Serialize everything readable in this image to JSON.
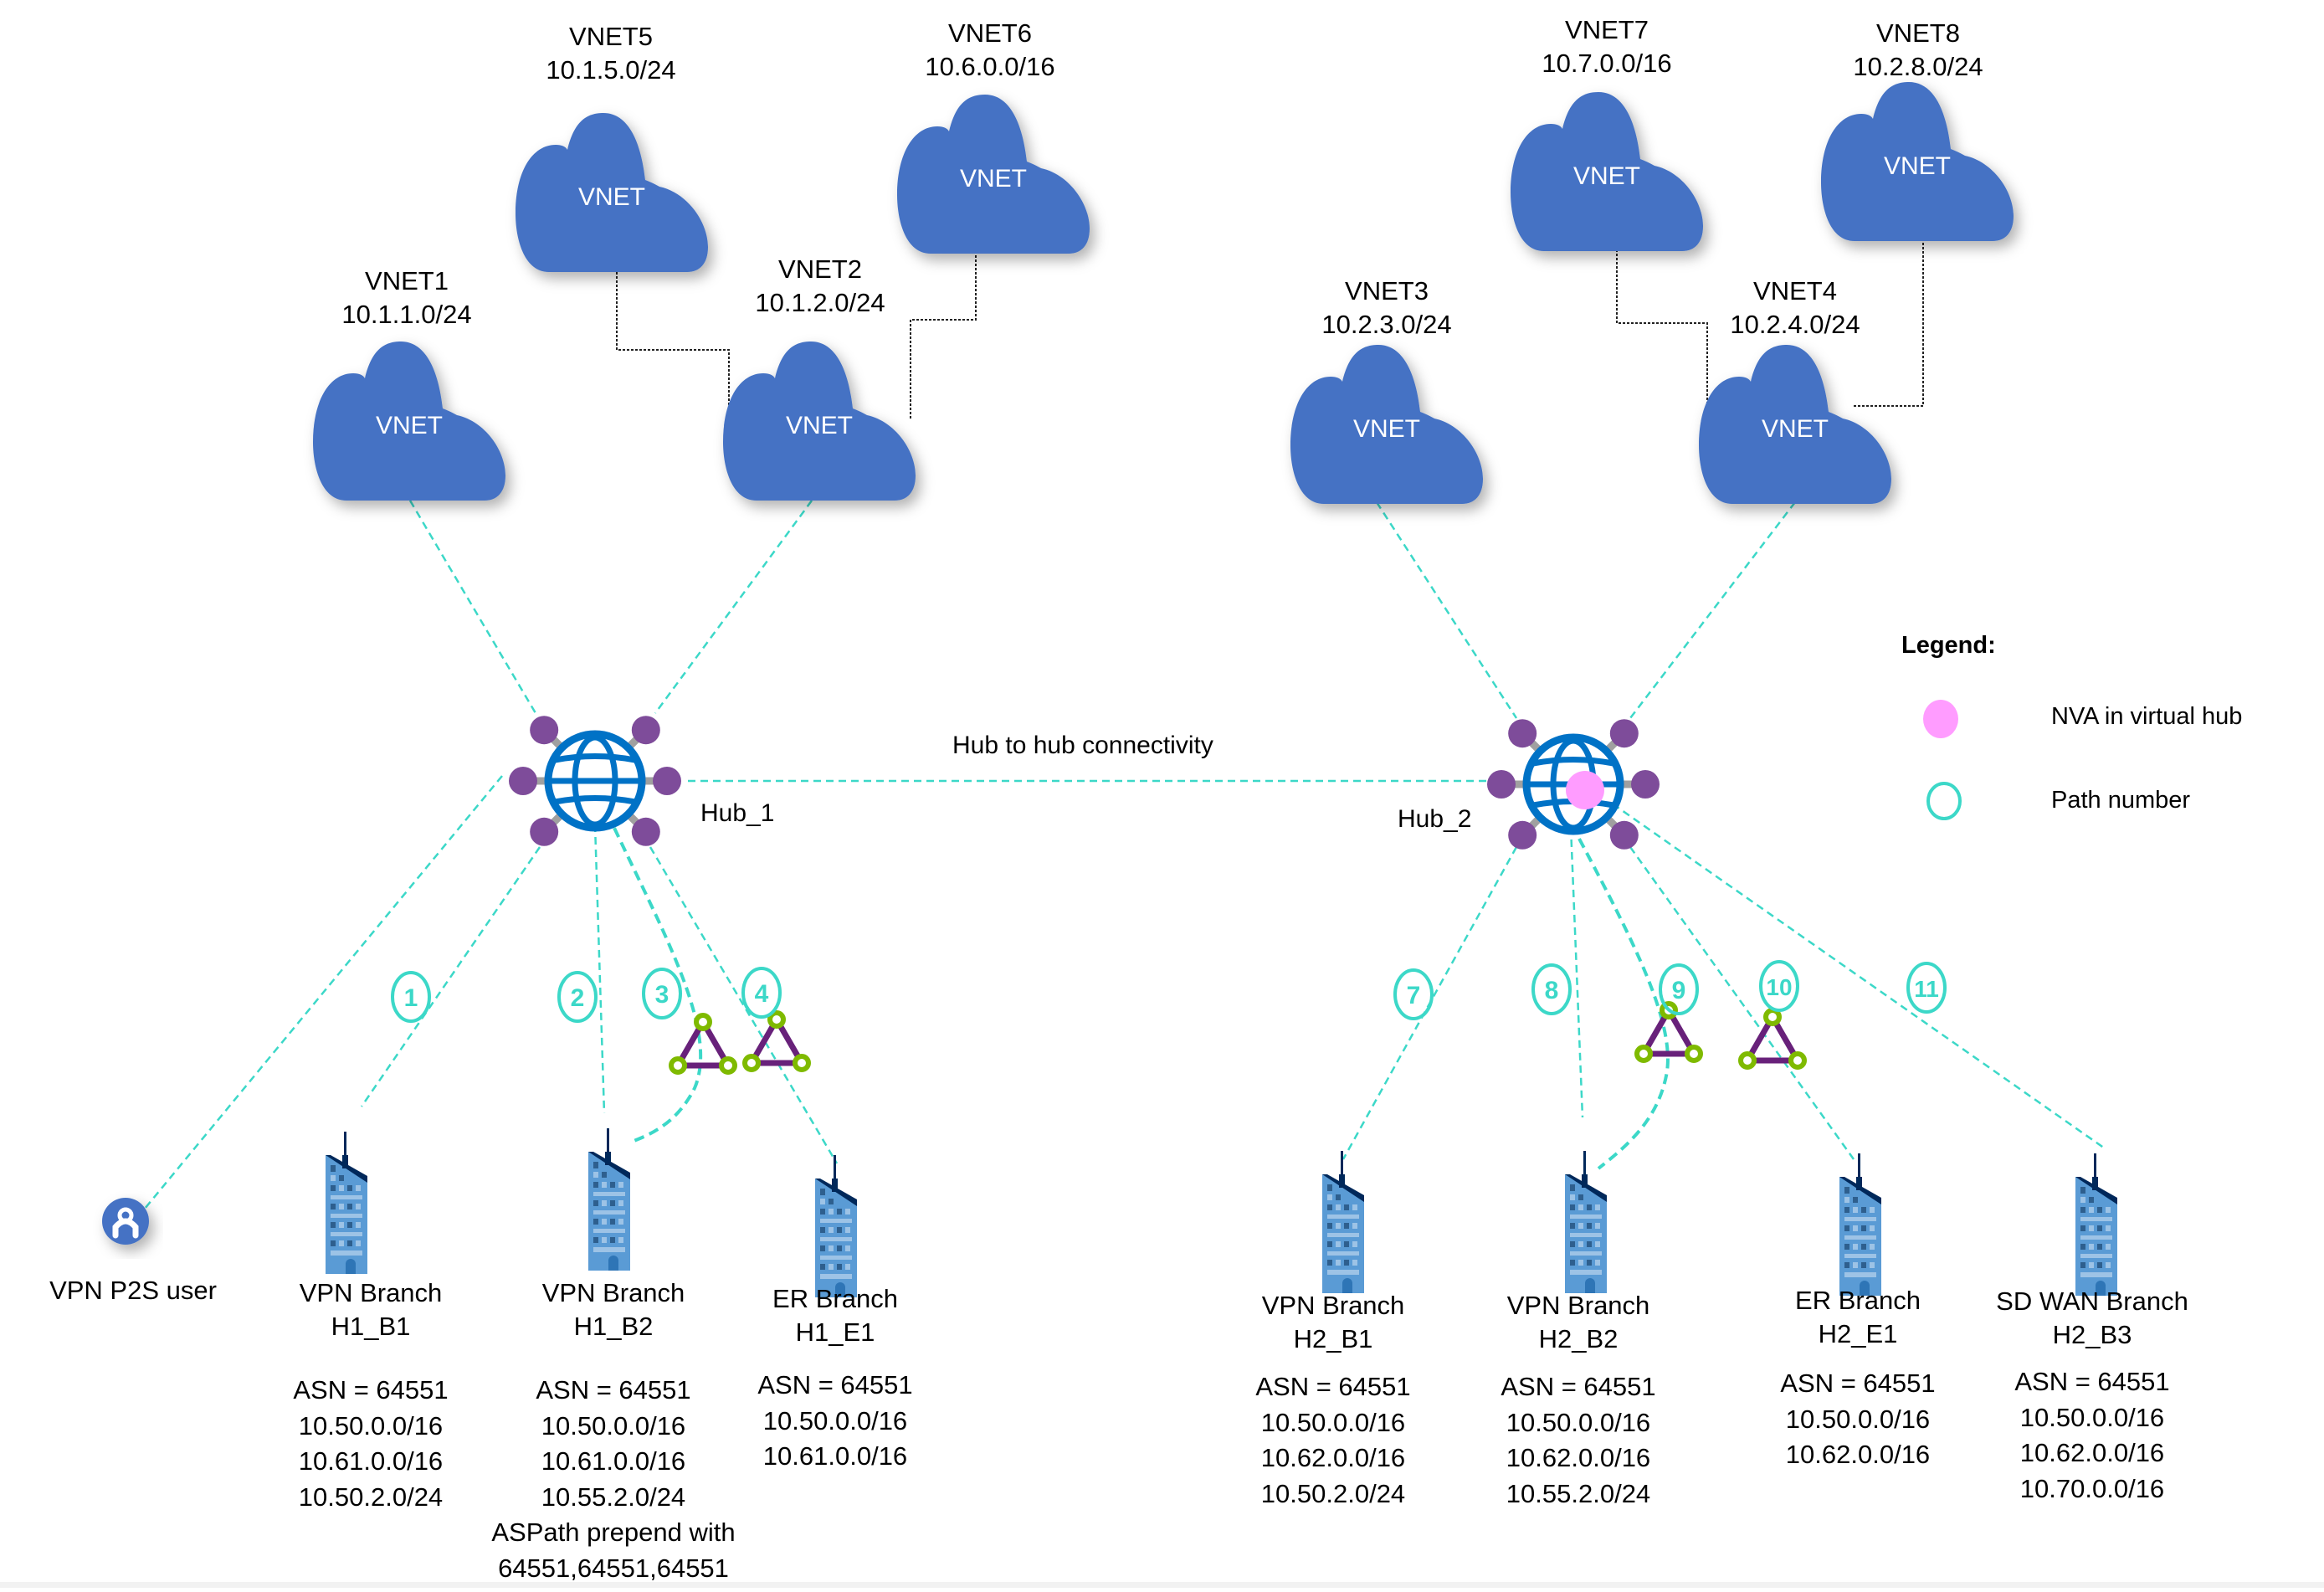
{
  "title": "Virtual WAN routing scenario: two hubs with VNets and branches",
  "colors": {
    "vnet_cloud": "#4472c4",
    "path_line": "#3cd8c8",
    "hub_globe": "#0072c6",
    "hub_node": "#7e4c9a",
    "hub_spoke": "#a0a0a0",
    "nva": "#ff9cff",
    "peer_line": "#222222",
    "building_main": "#5a9bd5",
    "building_dark": "#00285a",
    "er_circuit_line": "#68217a",
    "er_circuit_node": "#7fba00"
  },
  "cloud_text": "VNET",
  "vnets": [
    {
      "id": "vnet1",
      "name": "VNET1",
      "cidr": "10.1.1.0/24"
    },
    {
      "id": "vnet2",
      "name": "VNET2",
      "cidr": "10.1.2.0/24"
    },
    {
      "id": "vnet3",
      "name": "VNET3",
      "cidr": "10.2.3.0/24"
    },
    {
      "id": "vnet4",
      "name": "VNET4",
      "cidr": "10.2.4.0/24"
    },
    {
      "id": "vnet5",
      "name": "VNET5",
      "cidr": "10.1.5.0/24"
    },
    {
      "id": "vnet6",
      "name": "VNET6",
      "cidr": "10.6.0.0/16"
    },
    {
      "id": "vnet7",
      "name": "VNET7",
      "cidr": "10.7.0.0/16"
    },
    {
      "id": "vnet8",
      "name": "VNET8",
      "cidr": "10.2.8.0/24"
    }
  ],
  "hubs": [
    {
      "id": "hub1",
      "name": "Hub_1",
      "has_nva": false
    },
    {
      "id": "hub2",
      "name": "Hub_2",
      "has_nva": true
    }
  ],
  "hub_link_label": "Hub to hub connectivity",
  "p2s_user": {
    "label": "VPN P2S user"
  },
  "branches": [
    {
      "id": "h1b1",
      "type": "VPN Branch",
      "name": "H1_B1",
      "lines": [
        "ASN = 64551",
        "10.50.0.0/16",
        "10.61.0.0/16",
        "10.50.2.0/24"
      ]
    },
    {
      "id": "h1b2",
      "type": "VPN Branch",
      "name": "H1_B2",
      "lines": [
        "ASN = 64551",
        "10.50.0.0/16",
        "10.61.0.0/16",
        "10.55.2.0/24",
        "ASPath prepend with",
        "64551,64551,64551"
      ]
    },
    {
      "id": "h1e1",
      "type": "ER Branch",
      "name": "H1_E1",
      "lines": [
        "ASN = 64551",
        "10.50.0.0/16",
        "10.61.0.0/16"
      ]
    },
    {
      "id": "h2b1",
      "type": "VPN Branch",
      "name": "H2_B1",
      "lines": [
        "ASN = 64551",
        "10.50.0.0/16",
        "10.62.0.0/16",
        "10.50.2.0/24"
      ]
    },
    {
      "id": "h2b2",
      "type": "VPN Branch",
      "name": "H2_B2",
      "lines": [
        "ASN = 64551",
        "10.50.0.0/16",
        "10.62.0.0/16",
        "10.55.2.0/24"
      ]
    },
    {
      "id": "h2e1",
      "type": "ER Branch",
      "name": "H2_E1",
      "lines": [
        "ASN = 64551",
        "10.50.0.0/16",
        "10.62.0.0/16"
      ]
    },
    {
      "id": "h2b3",
      "type": "SD WAN Branch",
      "name": "H2_B3",
      "lines": [
        "ASN = 64551",
        "10.50.0.0/16",
        "10.62.0.0/16",
        "10.70.0.0/16"
      ]
    }
  ],
  "paths": [
    "1",
    "2",
    "3",
    "4",
    "7",
    "8",
    "9",
    "10",
    "11"
  ],
  "legend": {
    "title": "Legend:",
    "items": [
      {
        "symbol": "nva-dot",
        "label": "NVA in virtual hub"
      },
      {
        "symbol": "path-circle",
        "label": "Path number"
      }
    ]
  }
}
